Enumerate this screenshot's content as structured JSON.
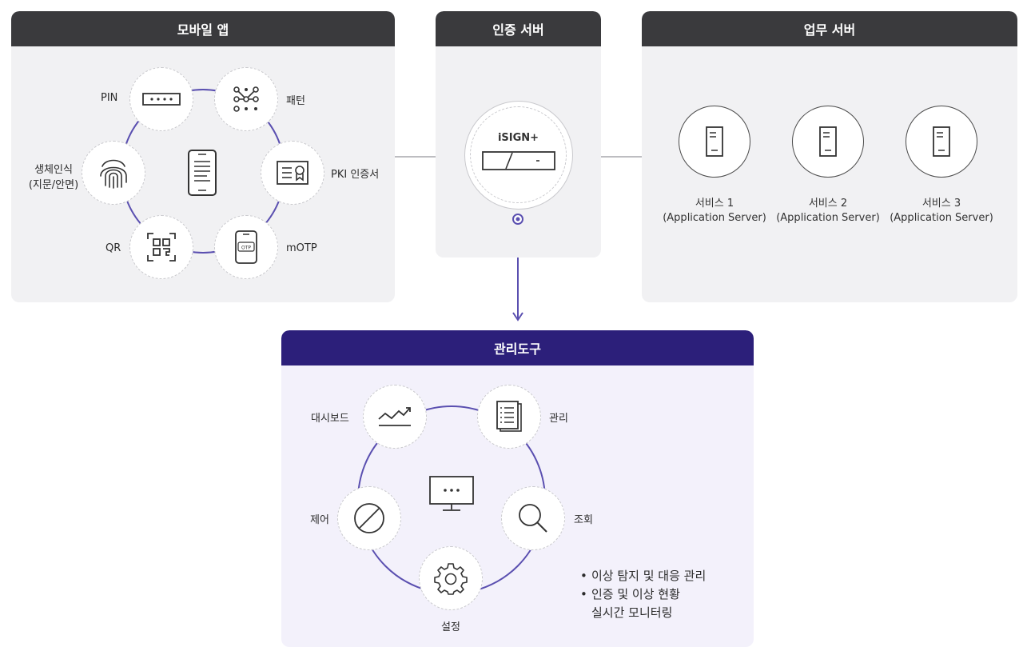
{
  "mobile": {
    "title": "모바일 앱",
    "methods": {
      "pin": "PIN",
      "pattern": "패턴",
      "pki": "PKI 인증서",
      "motp": "mOTP",
      "qr": "QR",
      "bio_line1": "생체인식",
      "bio_line2": "(지문/안면)"
    },
    "otp_text": "OTP"
  },
  "auth": {
    "title": "인증 서버",
    "product": "iSIGN+"
  },
  "business": {
    "title": "업무 서버",
    "services": [
      {
        "name": "서비스 1",
        "sub": "(Application Server)"
      },
      {
        "name": "서비스 2",
        "sub": "(Application Server)"
      },
      {
        "name": "서비스 3",
        "sub": "(Application Server)"
      }
    ]
  },
  "admin": {
    "title": "관리도구",
    "items": {
      "dashboard": "대시보드",
      "manage": "관리",
      "control": "제어",
      "query": "조회",
      "settings": "설정"
    },
    "notes": {
      "line1": "이상 탐지 및 대응 관리",
      "line2": "인증 및 이상 현황",
      "line3": "실시간 모니터링"
    }
  },
  "colors": {
    "dark_header": "#3a3a3d",
    "navy_header": "#2c1f7a",
    "ring_purple": "#5a4fb0",
    "panel_gray": "#f1f1f3",
    "panel_lavender": "#f3f1fb"
  }
}
